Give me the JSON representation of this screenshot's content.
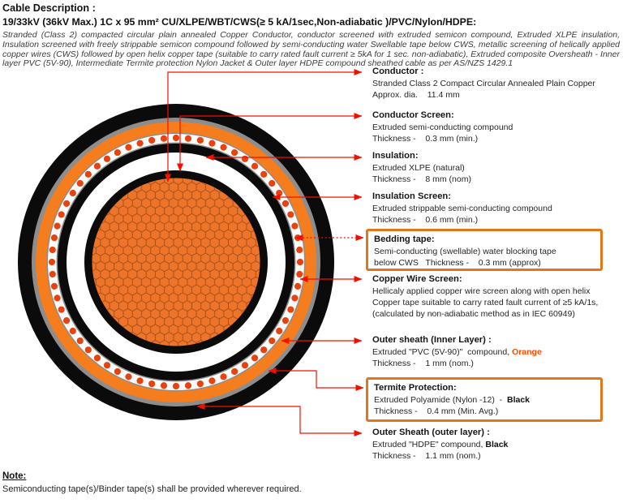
{
  "header": {
    "title": "Cable Description :",
    "spec": "19/33kV (36kV Max.) 1C x 95 mm² CU/XLPE/WBT/CWS(≥ 5 kA/1sec,Non-adiabatic )/PVC/Nylon/HDPE:",
    "description": "Stranded (Class 2) compacted circular plain annealed Copper Conductor, conductor screened with extruded semicon compound, Extruded XLPE insulation, Insulation screened with freely strippable semicon compound followed by semi-conducting water Swellable tape below CWS, metallic screening of helically applied copper wires (CWS) followed by open helix copper tape (suitable to carry rated fault current ≥ 5kA for 1 sec. non-adiabatic), Extruded composite Oversheath - Inner layer PVC (5V-90), Intermediate Termite protection Nylon Jacket & Outer layer HDPE compound sheathed cable as per AS/NZS 1429.1"
  },
  "diagram": {
    "copper_wire_dots": 64,
    "colors": {
      "outer_sheath_black": "#0b0b0b",
      "termite_gray": "#8d8d8d",
      "pvc_orange": "#F57D1E",
      "bedding_white": "#fcfcfc",
      "wire_dot_red": "#E8430E",
      "insulation_screen_black": "#0b0b0b",
      "insulation_white": "#ffffff",
      "conductor_screen_black": "#0b0b0b",
      "conductor_orange": "#ED7428",
      "leader_red": "#F21000",
      "callout_box_orange": "#E2761B",
      "orange_word": "#FF4A00"
    }
  },
  "labels": {
    "conductor": {
      "heading": "Conductor :",
      "line1": "Stranded Class 2 Compact Circular Annealed Plain Copper",
      "line2": "Approx. dia.    11.4 mm"
    },
    "conductor_screen": {
      "heading": "Conductor Screen:",
      "line1": "Extruded semi-conducting compound",
      "line2": "Thickness -    0.3 mm (min.)"
    },
    "insulation": {
      "heading": "Insulation:",
      "line1": "Extruded XLPE (natural)",
      "line2": "Thickness -    8 mm (nom)"
    },
    "insulation_screen": {
      "heading": "Insulation Screen:",
      "line1": "Extruded strippable semi-conducting compound",
      "line2": "Thickness -    0.6 mm (min.)"
    },
    "bedding": {
      "heading": "Bedding tape:",
      "line1": "Semi-conducting (swellable) water blocking tape",
      "line2": "below CWS   Thickness -    0.3 mm (approx)"
    },
    "cws": {
      "heading": "Copper Wire Screen:",
      "line1": "Hellicaly applied copper wire screen along with open helix",
      "line2": "Copper tape suitable to carry rated fault current of ≥5 kA/1s,",
      "line3": "(calculated by non-adiabatic method as in IEC 60949)"
    },
    "pvc": {
      "heading": "Outer sheath (Inner Layer) :",
      "line1_prefix": "Extruded \"PVC (5V-90)\"  compound, ",
      "line1_accent": "Orange",
      "line2": "Thickness -    1 mm (nom.)"
    },
    "termite": {
      "heading": "Termite Protection:",
      "line1_prefix": "Extruded Polyamide (Nylon -12)  -  ",
      "line1_bold": "Black",
      "line2": "Thickness -    0.4 mm (Min. Avg.)"
    },
    "hdpe": {
      "heading": "Outer Sheath (outer layer) :",
      "line1_prefix": "Extruded \"HDPE\" compound, ",
      "line1_bold": "Black",
      "line2": "Thickness -    1.1 mm (nom.)"
    }
  },
  "note": {
    "title": "Note:",
    "body": "Semiconducting tape(s)/Binder tape(s) shall be provided wherever required."
  }
}
